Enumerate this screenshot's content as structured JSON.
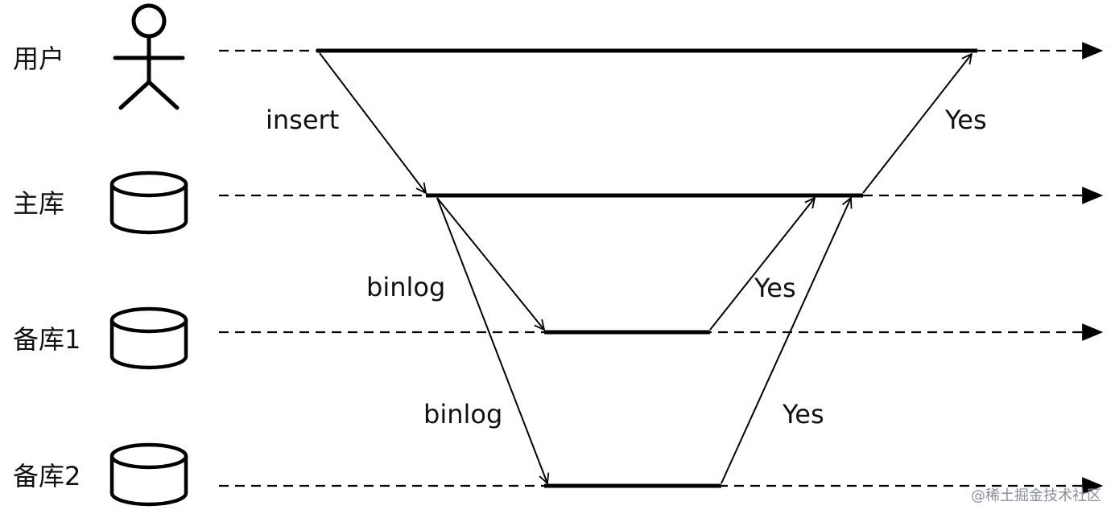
{
  "lanes": [
    {
      "label": "用户",
      "icon": "user-actor-icon"
    },
    {
      "label": "主库",
      "icon": "database-icon"
    },
    {
      "label": "备库1",
      "icon": "database-icon"
    },
    {
      "label": "备库2",
      "icon": "database-icon"
    }
  ],
  "messages": {
    "insert": "insert",
    "binlog_to_replica1": "binlog",
    "binlog_to_replica2": "binlog",
    "ack_replica1": "Yes",
    "ack_replica2": "Yes",
    "ack_user": "Yes"
  },
  "watermark": "@稀土掘金技术社区",
  "colors": {
    "line": "#000000",
    "text": "#111111",
    "watermark": "#8a8f99"
  }
}
